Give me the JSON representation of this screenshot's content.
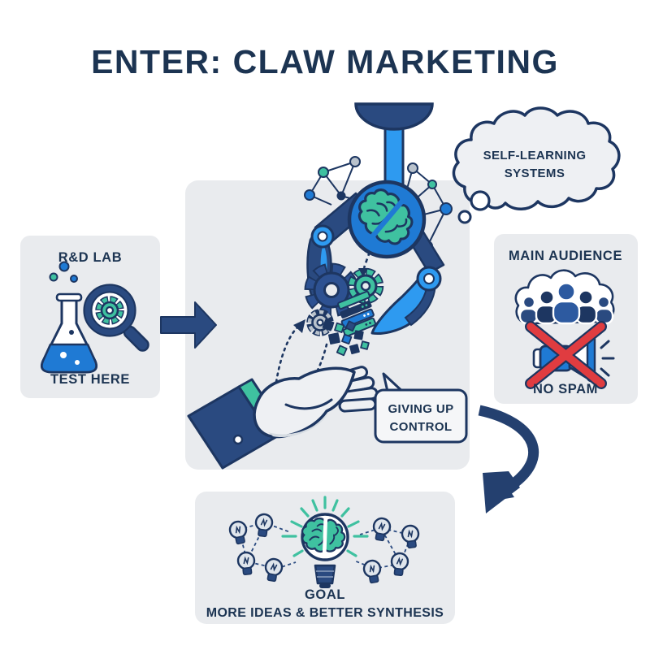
{
  "title": "ENTER: CLAW MARKETING",
  "thought_cloud": {
    "line1": "SELF-LEARNING",
    "line2": "SYSTEMS"
  },
  "left_panel": {
    "title": "R&D LAB",
    "caption": "TEST HERE"
  },
  "right_panel": {
    "title": "MAIN AUDIENCE",
    "caption": "NO SPAM"
  },
  "speech_bubble": {
    "line1": "GIVING UP",
    "line2": "CONTROL"
  },
  "bottom_panel": {
    "title": "GOAL",
    "caption": "MORE IDEAS & BETTER SYNTHESIS"
  },
  "colors": {
    "navy_outline": "#1d3661",
    "navy_fill": "#2a4a80",
    "bright_blue": "#1f7ad4",
    "light_blue": "#2e9af0",
    "teal": "#3fc1a0",
    "panel_bg": "#e9ebee",
    "red": "#e03c40",
    "text": "#1c3452",
    "gray": "#b9c2cc"
  }
}
